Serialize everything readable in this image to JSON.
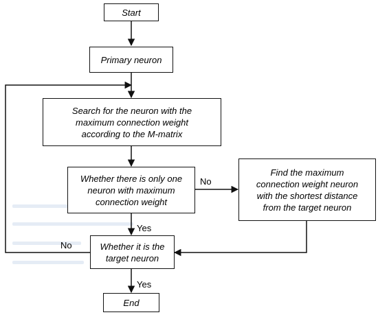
{
  "nodes": {
    "start": "Start",
    "primary": "Primary neuron",
    "search": [
      "Search for the neuron with the",
      "maximum connection weight",
      "according to the M-matrix"
    ],
    "only_one": [
      "Whether there is only one",
      "neuron with maximum",
      "connection weight"
    ],
    "find": [
      "Find the maximum",
      "connection weight neuron",
      "with the shortest distance",
      "from the target neuron"
    ],
    "is_target": [
      "Whether it is the",
      "target neuron"
    ],
    "end": "End"
  },
  "edge_labels": {
    "no_right": "No",
    "yes_down": "Yes",
    "no_loop": "No",
    "yes_end": "Yes"
  },
  "colors": {
    "line": "#111111",
    "box_border": "#111111",
    "faint_watermark": "#dfe7f3"
  }
}
